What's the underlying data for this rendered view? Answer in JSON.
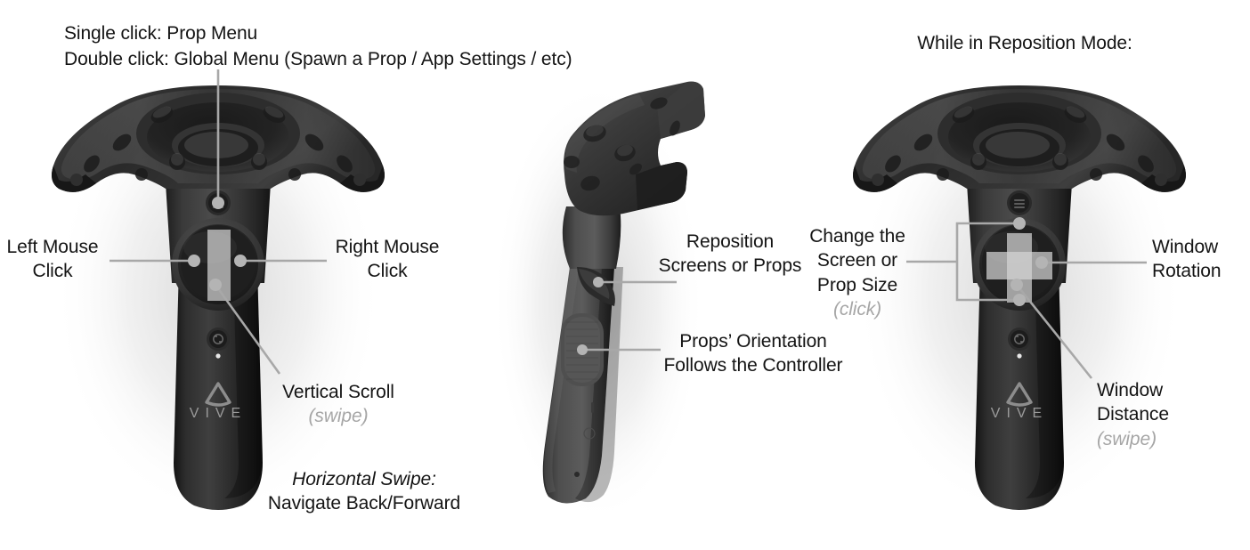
{
  "figure": {
    "title": "HTC VIVE controller input mapping diagram",
    "background_color": "#ffffff",
    "leader_line_color": "#a8a8a8",
    "body_text_color": "#141414",
    "hint_text_color": "#a6a6a6",
    "overlay_color": "#d0d0d0"
  },
  "headings": {
    "left_line1": "Single click:   Prop Menu",
    "left_line2": "Double click: Global Menu (Spawn a Prop / App Settings / etc)",
    "right": "While in Reposition Mode:"
  },
  "left_controller": {
    "view": "front",
    "brand": "VIVE",
    "callouts": {
      "left_mouse": {
        "line1": "Left Mouse",
        "line2": "Click"
      },
      "right_mouse": {
        "line1": "Right Mouse",
        "line2": "Click"
      },
      "vertical_scroll": {
        "line1": "Vertical Scroll",
        "hint": "(swipe)"
      },
      "horizontal_swipe": {
        "line1": "Horizontal Swipe:",
        "line2": "Navigate Back/Forward"
      }
    }
  },
  "middle_controller": {
    "view": "side",
    "callouts": {
      "trigger": {
        "line1": "Reposition",
        "line2": "Screens or Props"
      },
      "grip": {
        "line1": "Props’ Orientation",
        "line2": "Follows the Controller"
      }
    }
  },
  "right_controller": {
    "view": "front",
    "brand": "VIVE",
    "callouts": {
      "size": {
        "line1": "Change the",
        "line2": "Screen or",
        "line3": "Prop Size",
        "hint": "(click)"
      },
      "rotation": {
        "line1": "Window",
        "line2": "Rotation"
      },
      "distance": {
        "line1": "Window",
        "line2": "Distance",
        "hint": "(swipe)"
      }
    }
  },
  "icons": {
    "menu": "menu-icon",
    "system": "system-icon",
    "led": "led-indicator",
    "vive_logo": "vive-logo-icon"
  }
}
